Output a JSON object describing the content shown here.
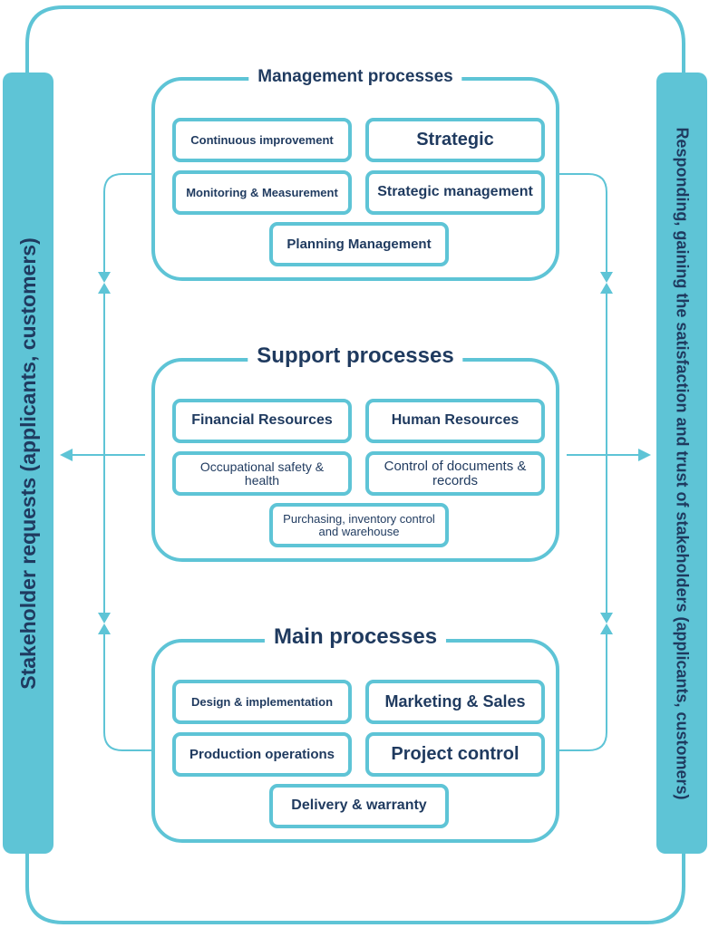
{
  "left_bar": {
    "label": "Stakeholder requests (applicants, customers)"
  },
  "right_bar": {
    "label": "Responding, gaining the satisfaction and trust of stakeholders (applicants, customers)"
  },
  "groups": {
    "management": {
      "title": "Management processes",
      "items": [
        "Continuous improvement",
        "Strategic",
        "Monitoring & Measurement",
        "Strategic management",
        "Planning Management"
      ]
    },
    "support": {
      "title": "Support processes",
      "items": [
        "Financial Resources",
        "Human Resources",
        "Occupational safety & health",
        "Control of documents & records",
        "Purchasing, inventory control and warehouse"
      ]
    },
    "main": {
      "title": "Main processes",
      "items": [
        "Design & implementation",
        "Marketing & Sales",
        "Production operations",
        "Project control",
        "Delivery & warranty"
      ]
    }
  },
  "colors": {
    "accent": "#5ec4d6",
    "text": "#1f3a5f"
  }
}
